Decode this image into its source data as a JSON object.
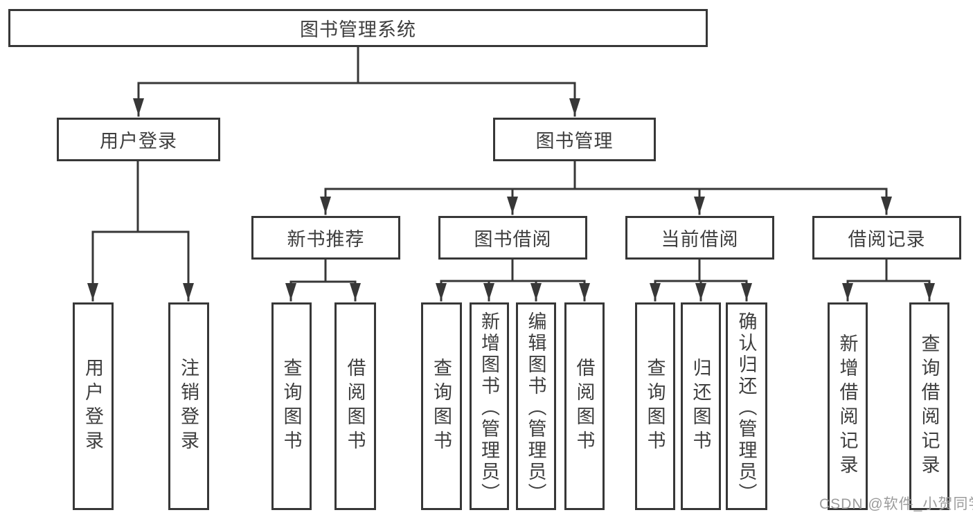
{
  "diagram": {
    "root": {
      "label": "图书管理系统"
    },
    "level2": [
      {
        "label": "用户登录"
      },
      {
        "label": "图书管理",
        "parent": "图书管理系统"
      }
    ],
    "level3": [
      {
        "label": "新书推荐",
        "parent": "图书管理"
      },
      {
        "label": "图书借阅",
        "parent": "图书管理"
      },
      {
        "label": "当前借阅",
        "parent": "图书管理"
      },
      {
        "label": "借阅记录",
        "parent": "图书管理"
      }
    ],
    "level4": [
      {
        "label": "用户登录",
        "parent": "用户登录"
      },
      {
        "label": "注销登录",
        "parent": "用户登录"
      },
      {
        "label": "查询图书",
        "parent": "新书推荐"
      },
      {
        "label": "借阅图书",
        "parent": "新书推荐"
      },
      {
        "label": "查询图书",
        "parent": "图书借阅"
      },
      {
        "label": "新增图书（管理员）",
        "parent": "图书借阅"
      },
      {
        "label": "编辑图书（管理员）",
        "parent": "图书借阅"
      },
      {
        "label": "借阅图书",
        "parent": "图书借阅"
      },
      {
        "label": "查询图书",
        "parent": "当前借阅"
      },
      {
        "label": "归还图书",
        "parent": "当前借阅"
      },
      {
        "label": "确认归还（管理员）",
        "parent": "当前借阅"
      },
      {
        "label": "新增借阅记录",
        "parent": "借阅记录"
      },
      {
        "label": "查询借阅记录",
        "parent": "借阅记录"
      }
    ]
  },
  "watermark": {
    "text": "CSDN @软件_小贺同学"
  },
  "colors": {
    "line": "#373737",
    "box_border": "#373737",
    "text": "#3e3e3e",
    "background": "#ffffff",
    "watermark": "#9b9b9b"
  }
}
